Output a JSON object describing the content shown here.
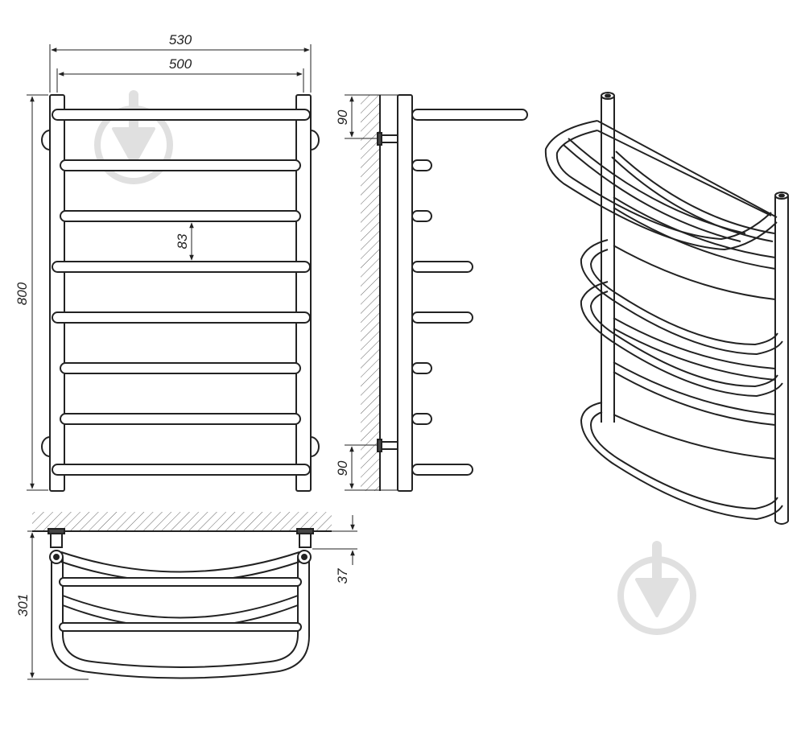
{
  "dimensions": {
    "overall_width": "530",
    "inner_width": "500",
    "height": "800",
    "rung_spacing": "83",
    "top_offset": "90",
    "bottom_offset": "90",
    "depth": "301",
    "wall_gap": "37"
  },
  "watermark": {
    "icon": "download-arrow-icon",
    "color": "#e0e0e0"
  },
  "colors": {
    "line": "#222222",
    "hatch": "#555555"
  }
}
